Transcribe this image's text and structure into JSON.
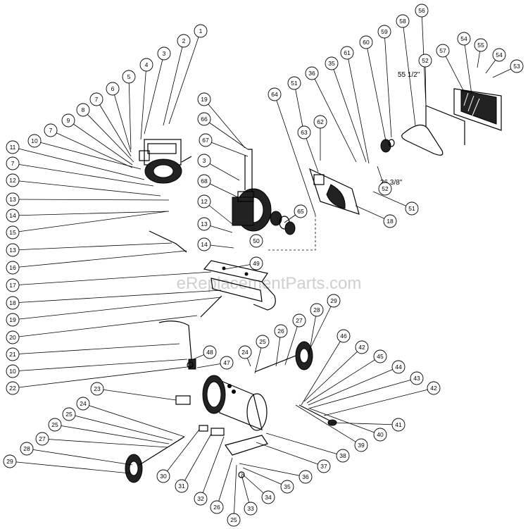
{
  "watermark": "eReplacementParts.com",
  "dimensions": {
    "belt_length": "55 1/2\"",
    "guard_length": "26 3/8\""
  },
  "callouts": [
    "1",
    "2",
    "3",
    "4",
    "5",
    "6",
    "7",
    "8",
    "9",
    "7",
    "10",
    "11",
    "7",
    "12",
    "13",
    "14",
    "15",
    "13",
    "16",
    "17",
    "18",
    "19",
    "20",
    "21",
    "10",
    "22",
    "19",
    "66",
    "67",
    "3",
    "68",
    "12",
    "13",
    "14",
    "49",
    "50",
    "65",
    "64",
    "51",
    "63",
    "62",
    "36",
    "35",
    "61",
    "60",
    "59",
    "58",
    "56",
    "52",
    "57",
    "54",
    "55",
    "54",
    "53",
    "52",
    "18",
    "51",
    "29",
    "28",
    "27",
    "26",
    "25",
    "24",
    "48",
    "47",
    "23",
    "24",
    "25",
    "25",
    "27",
    "28",
    "29",
    "30",
    "31",
    "32",
    "26",
    "25",
    "33",
    "34",
    "35",
    "36",
    "37",
    "38",
    "39",
    "40",
    "41",
    "42",
    "43",
    "44",
    "45",
    "42",
    "46"
  ]
}
